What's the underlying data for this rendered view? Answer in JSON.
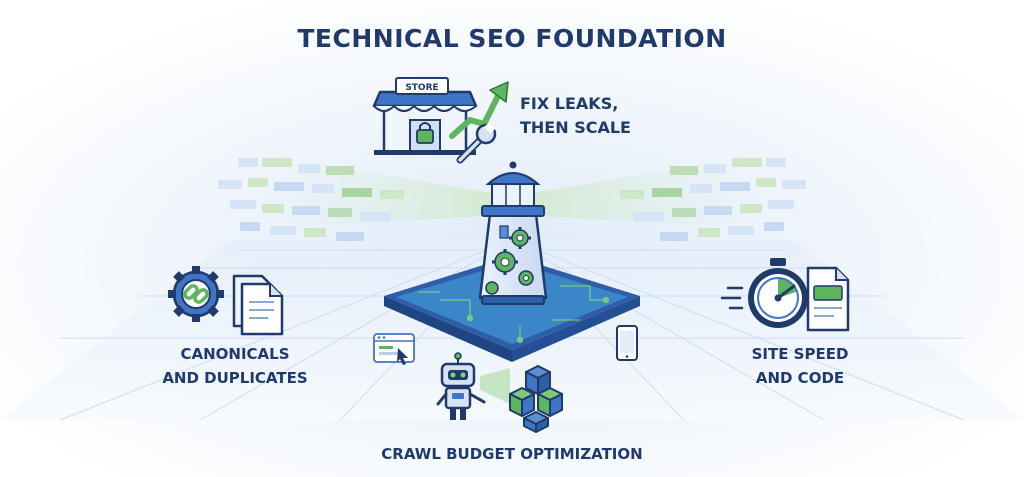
{
  "title": "TECHNICAL SEO FOUNDATION",
  "store_sign": "STORE",
  "fix_leaks": {
    "line1": "FIX LEAKS,",
    "line2": "THEN SCALE"
  },
  "canonicals": {
    "line1": "CANONICALS",
    "line2": "AND DUPLICATES"
  },
  "site_speed": {
    "line1": "SITE SPEED",
    "line2": "AND CODE"
  },
  "crawl_budget": {
    "label": "CRAWL BUDGET OPTIMIZATION"
  },
  "colors": {
    "navy": "#1f3a6b",
    "blue": "#3f74c6",
    "green": "#5fb45f",
    "light_blue": "#e7f0fb",
    "light_green": "#d8efd3"
  },
  "icons": [
    "store-icon",
    "growth-arrow-icon",
    "wrench-icon",
    "lighthouse-icon",
    "gear-chain-icon",
    "document-icon",
    "stopwatch-icon",
    "code-document-icon",
    "robot-icon",
    "server-cubes-icon",
    "browser-window-icon",
    "mobile-phone-icon"
  ]
}
